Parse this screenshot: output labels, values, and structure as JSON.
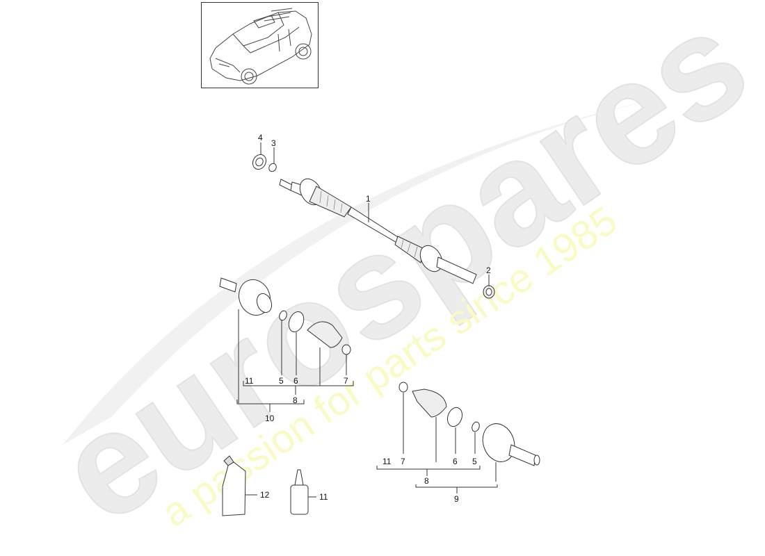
{
  "watermark": {
    "brand": "eurospares",
    "tagline": "a passion for parts since 1985",
    "brand_color": "#e6e6e6",
    "tagline_color": "#fbfbc8"
  },
  "thumbnail": {
    "subject": "vehicle-overview-suv"
  },
  "parts": [
    {
      "number": "1",
      "name": "drive-shaft"
    },
    {
      "number": "2",
      "name": "collar-nut"
    },
    {
      "number": "3",
      "name": "circlip"
    },
    {
      "number": "4",
      "name": "seal-ring"
    },
    {
      "number": "5",
      "name": "circlip"
    },
    {
      "number": "6",
      "name": "clamp-large"
    },
    {
      "number": "7",
      "name": "clamp-small"
    },
    {
      "number": "8",
      "name": "repair-kit-boot"
    },
    {
      "number": "9",
      "name": "outer-cv-joint-assembly"
    },
    {
      "number": "10",
      "name": "inner-cv-joint-assembly"
    },
    {
      "number": "11",
      "name": "grease-bottle"
    },
    {
      "number": "12",
      "name": "grease-tube"
    }
  ],
  "labels": {
    "l1": "1",
    "l2": "2",
    "l3": "3",
    "l4": "4",
    "inner": {
      "l11": "11",
      "l5": "5",
      "l6": "6",
      "l7": "7",
      "l8": "8",
      "l10": "10"
    },
    "outer": {
      "l11": "11",
      "l7": "7",
      "l6": "6",
      "l5": "5",
      "l8": "8",
      "l9": "9"
    },
    "tube": "12",
    "bottle": "11"
  }
}
